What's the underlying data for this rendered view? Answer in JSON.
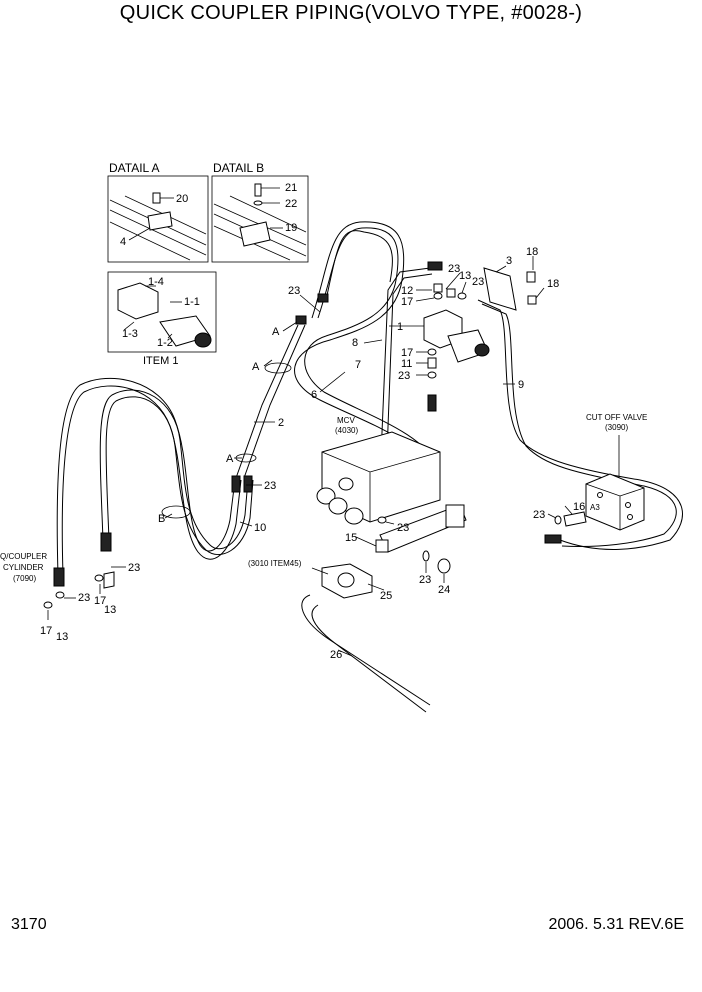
{
  "title": "QUICK COUPLER PIPING(VOLVO TYPE, #0028-)",
  "page_number": "3170",
  "revision": "2006. 5.31  REV.6E",
  "details": {
    "detail_a": "DATAIL A",
    "detail_b": "DATAIL B",
    "item_1": "ITEM 1"
  },
  "components": {
    "mcv": "MCV",
    "mcv_ref": "(4030)",
    "cut_off_valve": "CUT OFF VALVE",
    "cut_off_valve_ref": "(3090)",
    "qcoupler_line1": "Q/COUPLER",
    "qcoupler_line2": "CYLINDER",
    "qcoupler_ref": "(7090)",
    "ref_3010": "(3010 ITEM45)",
    "port_a3": "A3"
  },
  "callouts": {
    "c20": "20",
    "c4": "4",
    "c21": "21",
    "c22": "22",
    "c19": "19",
    "c1_4": "1-4",
    "c1_1": "1-1",
    "c1_3": "1-3",
    "c1_2": "1-2",
    "c23_a": "23",
    "c18_a": "18",
    "c18_b": "18",
    "c3": "3",
    "c23_b": "23",
    "c13_a": "13",
    "c23_c": "23",
    "c12": "12",
    "c17_a": "17",
    "c1": "1",
    "cA_1": "A",
    "cA_2": "A",
    "cA_3": "A",
    "cB": "B",
    "c8": "8",
    "c7": "7",
    "c6": "6",
    "c9": "9",
    "c2": "2",
    "c17_b": "17",
    "c11": "11",
    "c23_d": "23",
    "c23_e": "23",
    "c10": "10",
    "c23_f": "23",
    "c15": "15",
    "c16": "16",
    "c23_g": "23",
    "c23_h": "23",
    "c24": "24",
    "c25": "25",
    "c26": "26",
    "c23_i": "23",
    "c23_j": "23",
    "c17_c": "17",
    "c13_b": "13",
    "c17_d": "17",
    "c13_c": "13"
  }
}
